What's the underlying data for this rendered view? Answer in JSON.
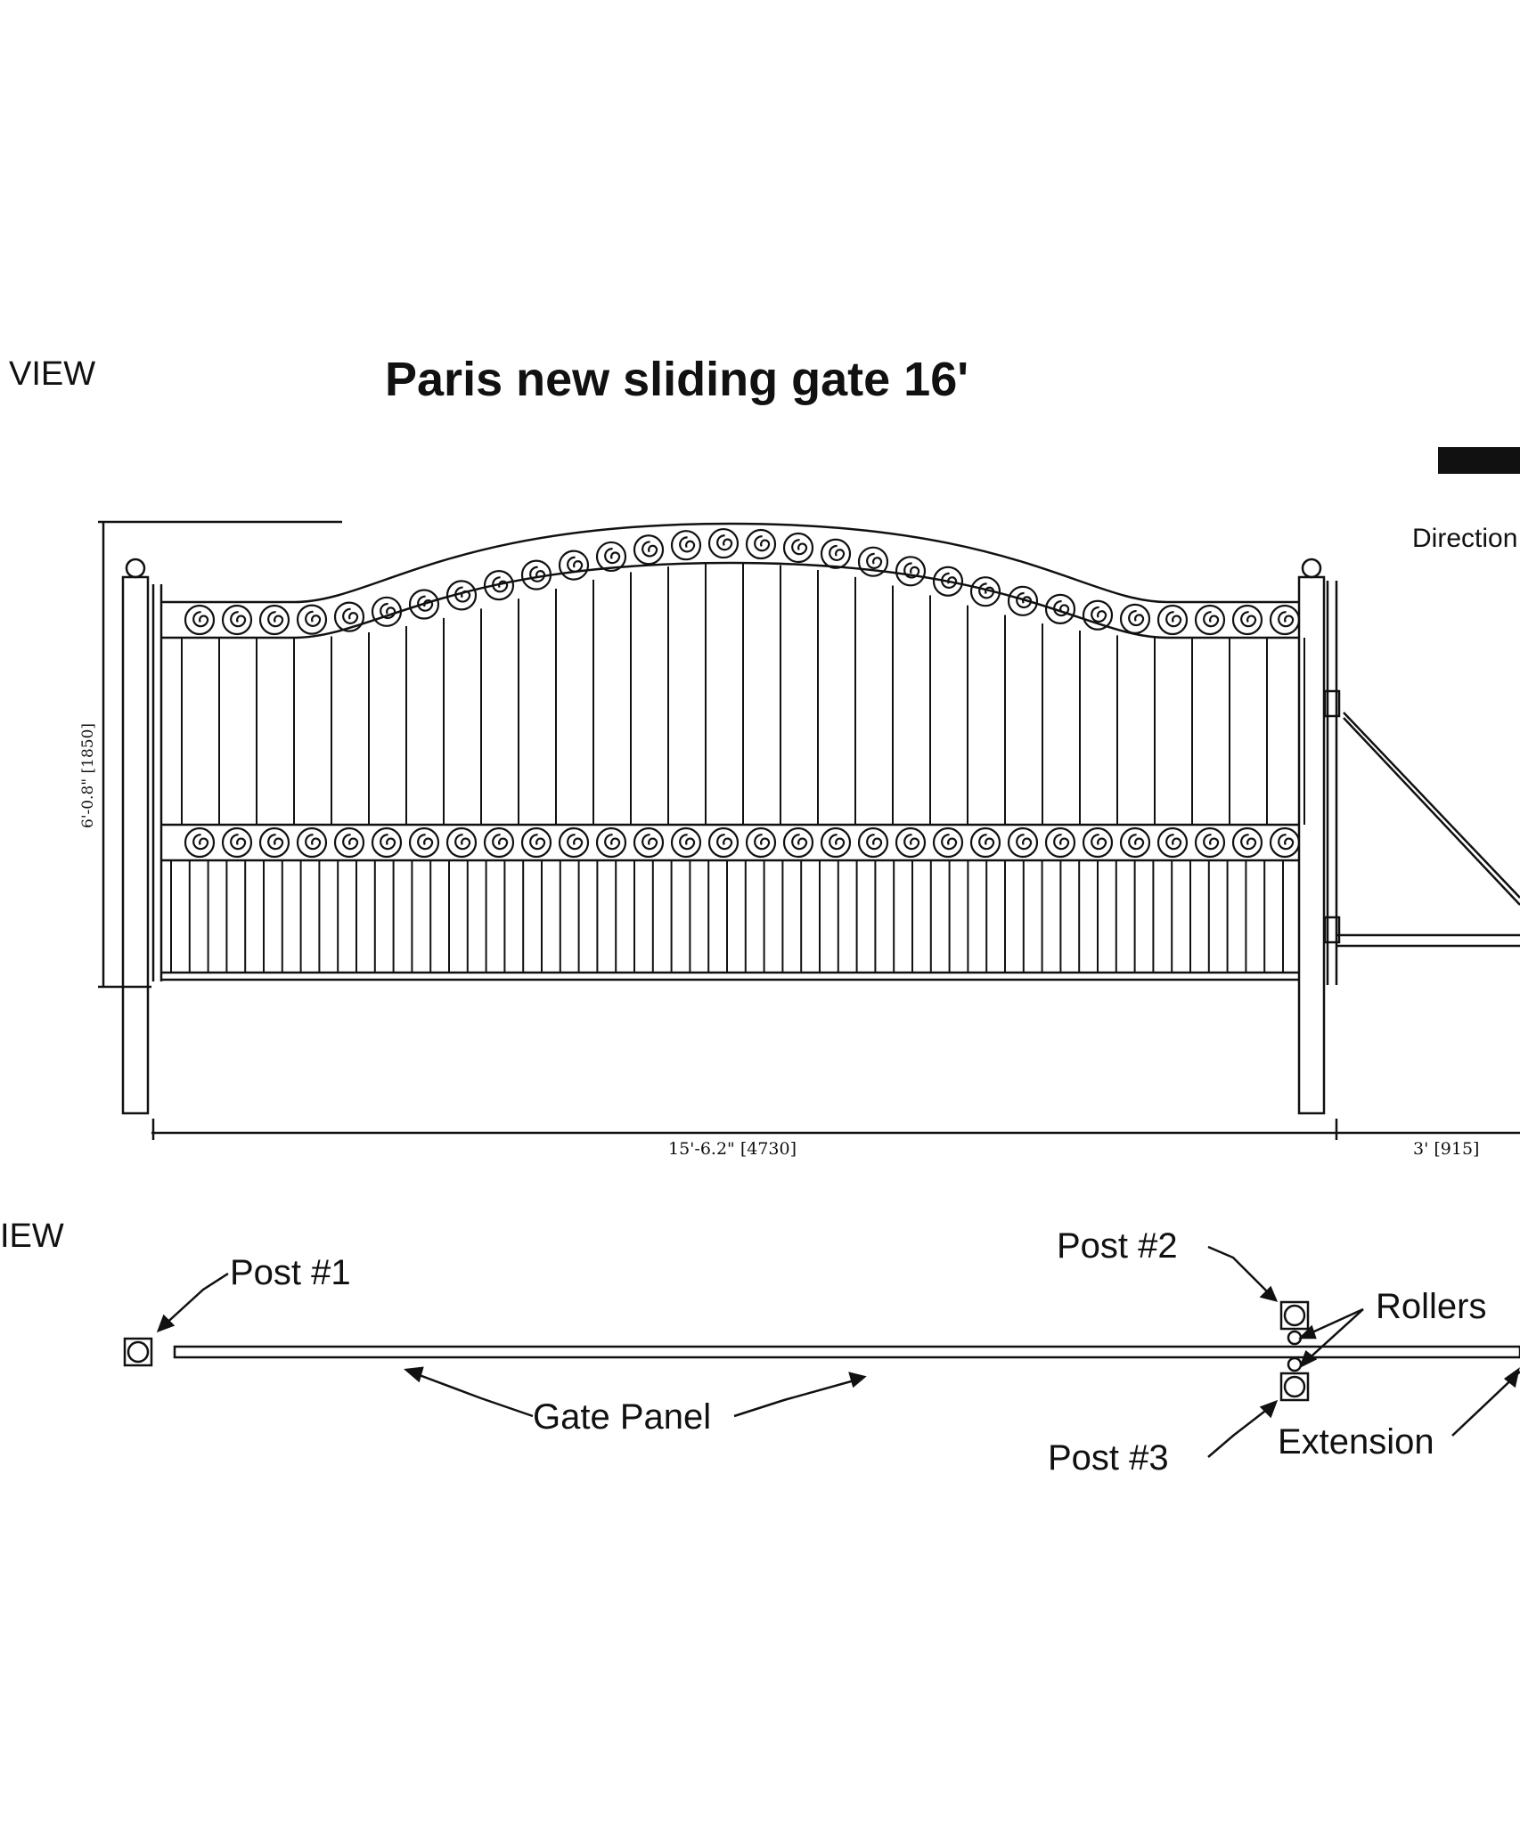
{
  "diagram": {
    "title": "Paris new sliding gate 16'",
    "front_view_label": "VIEW",
    "top_view_label": "IEW",
    "direction_label": "Direction",
    "height_dimension": "6'-0.8\" [1850]",
    "width_dimension": "15'-6.2\" [4730]",
    "extension_dimension": "3'  [915]",
    "labels": {
      "post1": "Post #1",
      "post2": "Post #2",
      "post3": "Post #3",
      "rollers": "Rollers",
      "gate_panel": "Gate Panel",
      "extension": "Extension"
    },
    "colors": {
      "ink": "#111111",
      "background": "#ffffff"
    }
  }
}
